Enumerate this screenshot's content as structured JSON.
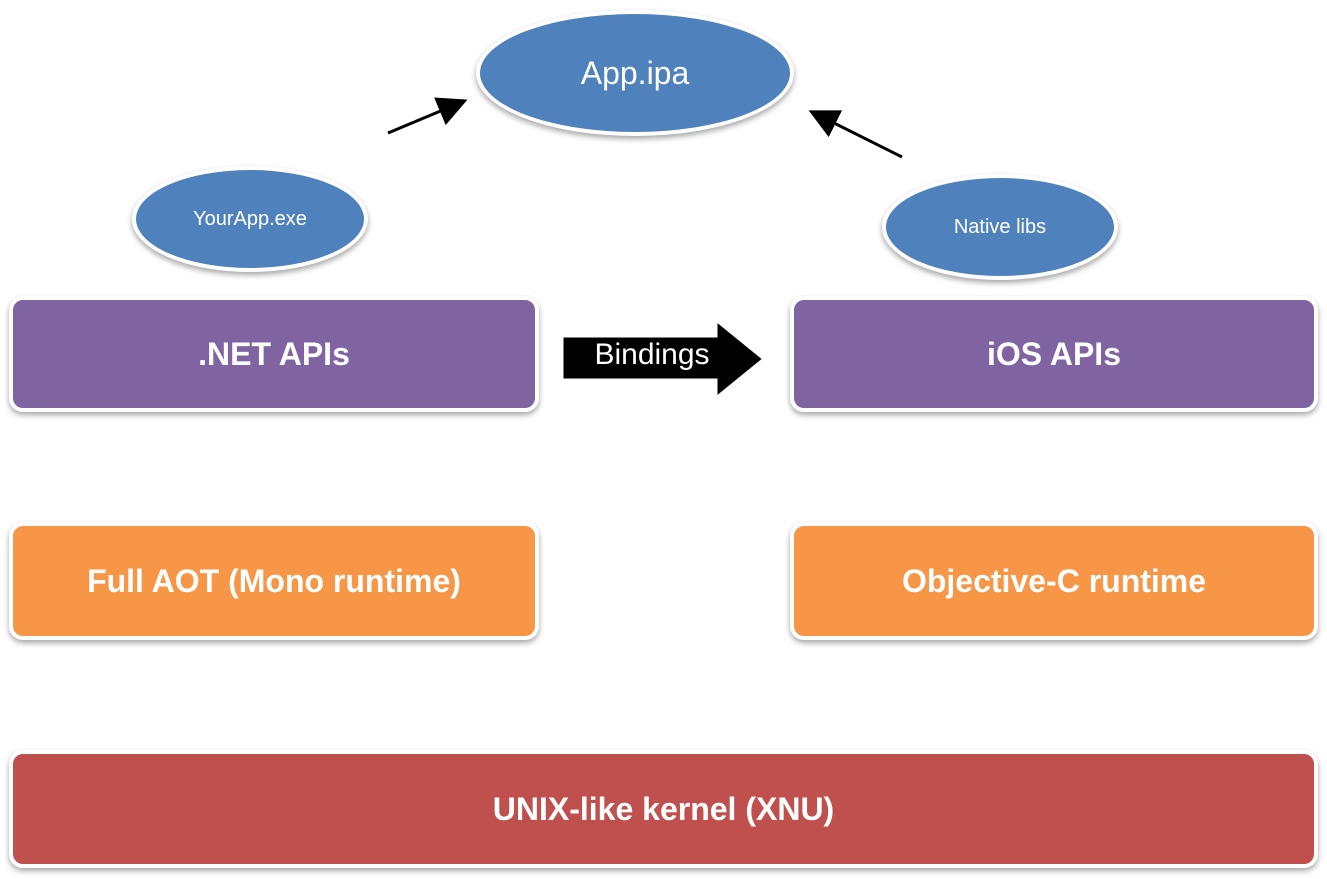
{
  "nodes": {
    "app_ipa": "App.ipa",
    "your_app_exe": "YourApp.exe",
    "native_libs": "Native libs",
    "net_apis": ".NET APIs",
    "ios_apis": "iOS APIs",
    "full_aot": "Full AOT (Mono runtime)",
    "objc_runtime": "Objective-C runtime",
    "kernel": "UNIX-like kernel (XNU)"
  },
  "connectors": {
    "bindings_label": "Bindings"
  },
  "colors": {
    "ellipse": "#4f81bd",
    "api_layer": "#8064a2",
    "runtime_layer": "#f79646",
    "kernel_layer": "#c0504d",
    "bindings_arrow": "#000000"
  }
}
